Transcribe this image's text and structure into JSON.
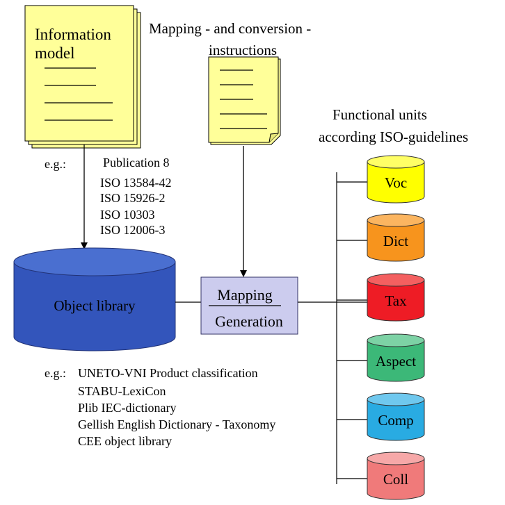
{
  "information_model": {
    "title_line1": "Information",
    "title_line2": "model"
  },
  "mapping_instructions": {
    "line1": "Mapping - and conversion -",
    "line2": "instructions"
  },
  "functional_units": {
    "line1": "Functional units",
    "line2": "according  ISO-guidelines"
  },
  "examples_top": {
    "prefix": "e.g.:",
    "items": [
      "Publication 8",
      "ISO  13584-42",
      "ISO  15926-2",
      "ISO  10303",
      "ISO  12006-3"
    ]
  },
  "object_library": {
    "label": "Object library"
  },
  "mapping_box": {
    "line1": "Mapping",
    "line2": "Generation"
  },
  "units": [
    {
      "label": "Voc",
      "fill": "#ffff00",
      "top": "#ffff66"
    },
    {
      "label": "Dict",
      "fill": "#f7941d",
      "top": "#fbb560"
    },
    {
      "label": "Tax",
      "fill": "#ee1c25",
      "top": "#f46060"
    },
    {
      "label": "Aspect",
      "fill": "#3cb878",
      "top": "#7dd2a5"
    },
    {
      "label": "Comp",
      "fill": "#29abe2",
      "top": "#6fc8ee"
    },
    {
      "label": "Coll",
      "fill": "#f07a7a",
      "top": "#f6a8a8"
    }
  ],
  "examples_bottom": {
    "prefix": "e.g.:",
    "items": [
      "UNETO-VNI Product classification",
      "STABU-LexiCon",
      "Plib IEC-dictionary",
      "Gellish English Dictionary - Taxonomy",
      "CEE object library"
    ]
  },
  "colors": {
    "document_fill": "#ffff99",
    "cylinder_blue": "#3355bb",
    "cylinder_blue_top": "#4a6fd0",
    "mapping_box_fill": "#ccccee"
  }
}
